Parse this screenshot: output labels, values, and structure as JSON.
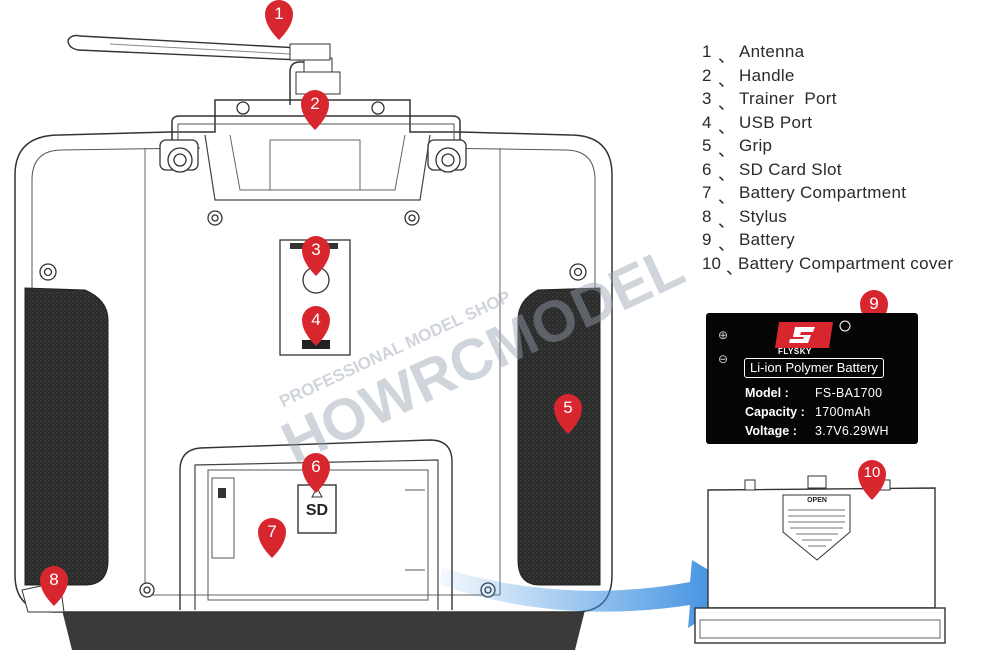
{
  "legend": [
    {
      "num": "1",
      "sep": "、",
      "label": "Antenna"
    },
    {
      "num": "2",
      "sep": "、",
      "label": "Handle"
    },
    {
      "num": "3",
      "sep": "、",
      "label": "Trainer  Port"
    },
    {
      "num": "4",
      "sep": "、",
      "label": "USB Port"
    },
    {
      "num": "5",
      "sep": "、",
      "label": "Grip"
    },
    {
      "num": "6",
      "sep": "、",
      "label": "SD Card Slot"
    },
    {
      "num": "7",
      "sep": "、",
      "label": "Battery Compartment"
    },
    {
      "num": "8",
      "sep": "、",
      "label": "Stylus"
    },
    {
      "num": "9",
      "sep": "、",
      "label": "Battery"
    },
    {
      "num": "10",
      "sep": "、",
      "label": "Battery Compartment cover"
    }
  ],
  "markers": [
    "1",
    "2",
    "3",
    "4",
    "5",
    "6",
    "7",
    "8",
    "9",
    "10"
  ],
  "battery": {
    "logo_text": "FLYSKY",
    "type": "Li-ion Polymer Battery",
    "model_label": "Model :",
    "model_value": "FS-BA1700",
    "capacity_label": "Capacity :",
    "capacity_value": "1700mAh",
    "voltage_label": "Voltage :",
    "voltage_value": "3.7V6.29WH",
    "plus": "⊕",
    "minus": "⊖"
  },
  "sd_card_label": "SD",
  "cover_label": "OPEN",
  "watermark": {
    "brand": "HOWRCMODEL",
    "tagline": "PROFESSIONAL MODEL SHOP"
  },
  "colors": {
    "marker_red": "#d8262f",
    "grip_texture": "#2e2e2e",
    "arrow_blue": "#3b8fe0",
    "outline": "#333333"
  }
}
